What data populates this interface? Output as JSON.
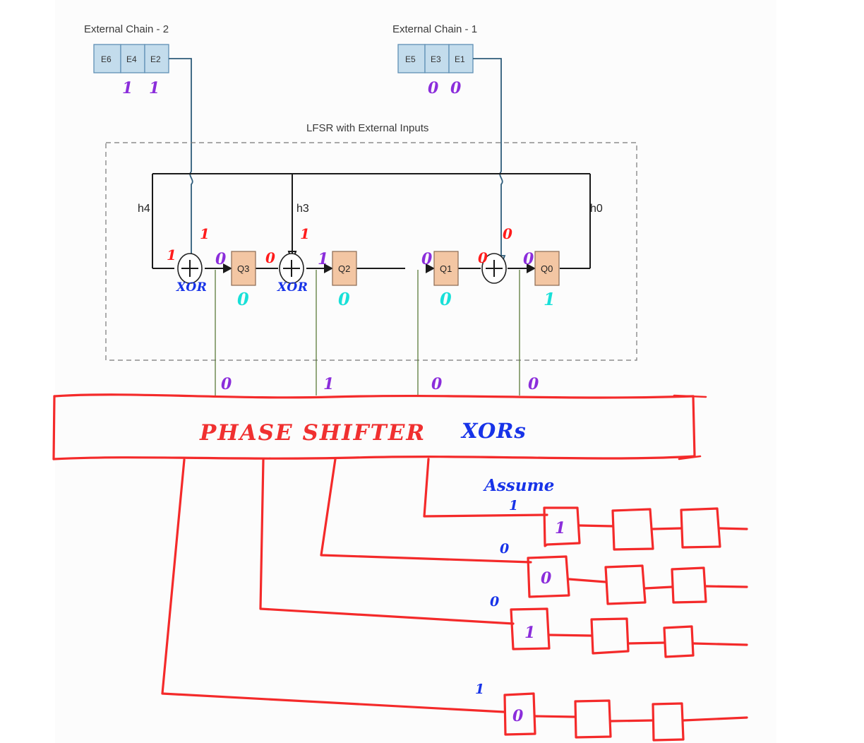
{
  "page": {
    "title": "LFSR with External Inputs and Phase Shifter XORs"
  },
  "external_chains": [
    {
      "title": "External Chain - 2",
      "cells": [
        "E6",
        "E4",
        "E2"
      ],
      "annotations": [
        "1",
        "1"
      ]
    },
    {
      "title": "External Chain - 1",
      "cells": [
        "E5",
        "E3",
        "E1"
      ],
      "annotations": [
        "0",
        "0"
      ]
    }
  ],
  "lfsr": {
    "title": "LFSR with External Inputs",
    "feedback_labels": [
      "h4",
      "h3",
      "h0"
    ],
    "feedback_sub": [
      "4",
      "3",
      "0"
    ],
    "stages": [
      {
        "name": "Q3",
        "sub": "3",
        "input_value": "0",
        "state_value": "0"
      },
      {
        "name": "Q2",
        "sub": "2",
        "input_value": "1",
        "state_value": "0"
      },
      {
        "name": "Q1",
        "sub": "1",
        "input_value": "0",
        "state_value": "0"
      },
      {
        "name": "Q0",
        "sub": "0",
        "input_value": "0",
        "state_value": "1"
      }
    ],
    "xor_gates": [
      {
        "label": "XOR",
        "ext_value": "1",
        "left_value": "1"
      },
      {
        "label": "XOR",
        "ext_value": "1",
        "left_value": "0"
      },
      {
        "label": "",
        "ext_value": "0",
        "left_value": "0"
      }
    ],
    "tap_values": [
      "0",
      "1",
      "0",
      "0"
    ]
  },
  "phase_shifter": {
    "label_red": "PHASE   SHIFTER",
    "label_blue": "XORs"
  },
  "output_rows": [
    {
      "assume_note": "Assume",
      "input_value": "1",
      "first_cell": "1",
      "empty_cells": 2
    },
    {
      "input_value": "0",
      "first_cell": "0",
      "empty_cells": 2
    },
    {
      "input_value": "0",
      "first_cell": "1",
      "empty_cells": 2
    },
    {
      "input_value": "1",
      "first_cell": "0",
      "empty_cells": 2
    }
  ],
  "colors": {
    "ext_cell_fill": "#c3dcec",
    "q_cell_fill": "#f3c6a3",
    "red_ink": "#f42a2a",
    "blue_ink": "#1733e8",
    "purple_ink": "#8b2ddb",
    "cyan_ink": "#18e0d8",
    "tap_line": "#5b7a3a"
  }
}
